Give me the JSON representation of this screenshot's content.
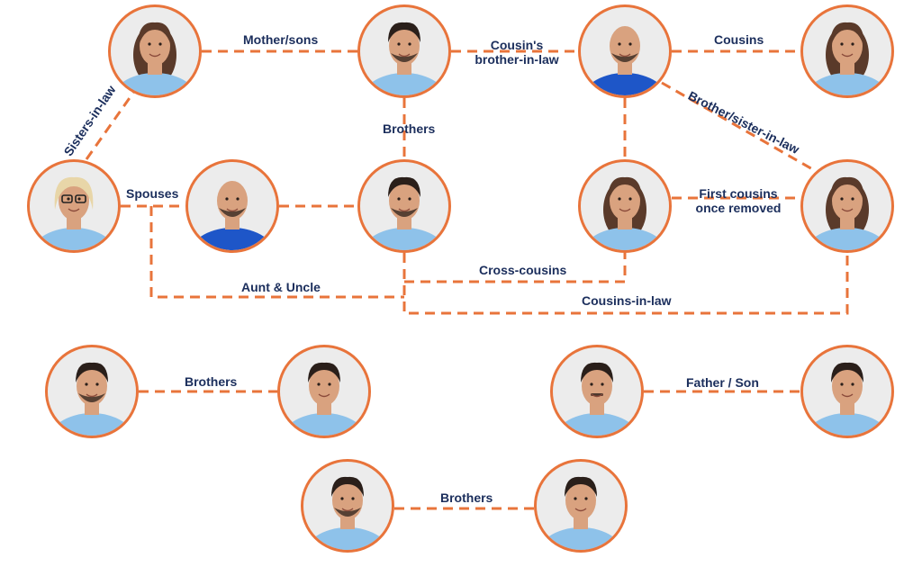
{
  "colors": {
    "connector": "#e8743b",
    "ring": "#e8743b",
    "label_text": "#1b2e5c",
    "shirt_light": "#8ec2ea",
    "shirt_dark": "#1e56c8",
    "backdrop": "#ececec",
    "skin": "#d9a27f",
    "hair_dark": "#2a1f1a",
    "hair_brown": "#5a3a2a",
    "hair_blonde": "#e8d6a8"
  },
  "people": [
    {
      "id": "woman-1",
      "shirt": "light",
      "hair": "brown-long"
    },
    {
      "id": "man-1",
      "shirt": "light",
      "hair": "dark-short",
      "beard": true
    },
    {
      "id": "man-2-bald",
      "shirt": "dark",
      "hair": "none",
      "beard": true
    },
    {
      "id": "woman-2",
      "shirt": "light",
      "hair": "brown-long"
    },
    {
      "id": "woman-3-blonde-glasses",
      "shirt": "light",
      "hair": "blonde-short",
      "glasses": true
    },
    {
      "id": "man-3-bald",
      "shirt": "dark",
      "hair": "none",
      "beard": true
    },
    {
      "id": "man-4",
      "shirt": "light",
      "hair": "dark-short",
      "beard": true
    },
    {
      "id": "woman-4",
      "shirt": "light",
      "hair": "brown-long"
    },
    {
      "id": "woman-5",
      "shirt": "light",
      "hair": "brown-long"
    },
    {
      "id": "man-5",
      "shirt": "light",
      "hair": "dark-short",
      "beard": true
    },
    {
      "id": "man-6",
      "shirt": "light",
      "hair": "dark-short"
    },
    {
      "id": "man-7",
      "shirt": "light",
      "hair": "dark-short",
      "mustache": true
    },
    {
      "id": "man-8-hoodie",
      "shirt": "light",
      "hair": "dark-short"
    },
    {
      "id": "man-9",
      "shirt": "light",
      "hair": "dark-short",
      "beard": true
    },
    {
      "id": "man-10",
      "shirt": "light",
      "hair": "dark-short"
    }
  ],
  "relationships": [
    {
      "label": "Mother/sons"
    },
    {
      "label_line1": "Cousin's",
      "label_line2": "brother-in-law"
    },
    {
      "label": "Cousins"
    },
    {
      "label": "Sisters-in-law"
    },
    {
      "label": "Brothers"
    },
    {
      "label": "Brother/sister-in-law"
    },
    {
      "label": "Spouses"
    },
    {
      "label_line1": "First cousins",
      "label_line2": "once removed"
    },
    {
      "label": "Cross-cousins"
    },
    {
      "label": "Aunt & Uncle"
    },
    {
      "label": "Cousins-in-law"
    },
    {
      "label": "Brothers"
    },
    {
      "label": "Father / Son"
    },
    {
      "label": "Brothers"
    }
  ]
}
